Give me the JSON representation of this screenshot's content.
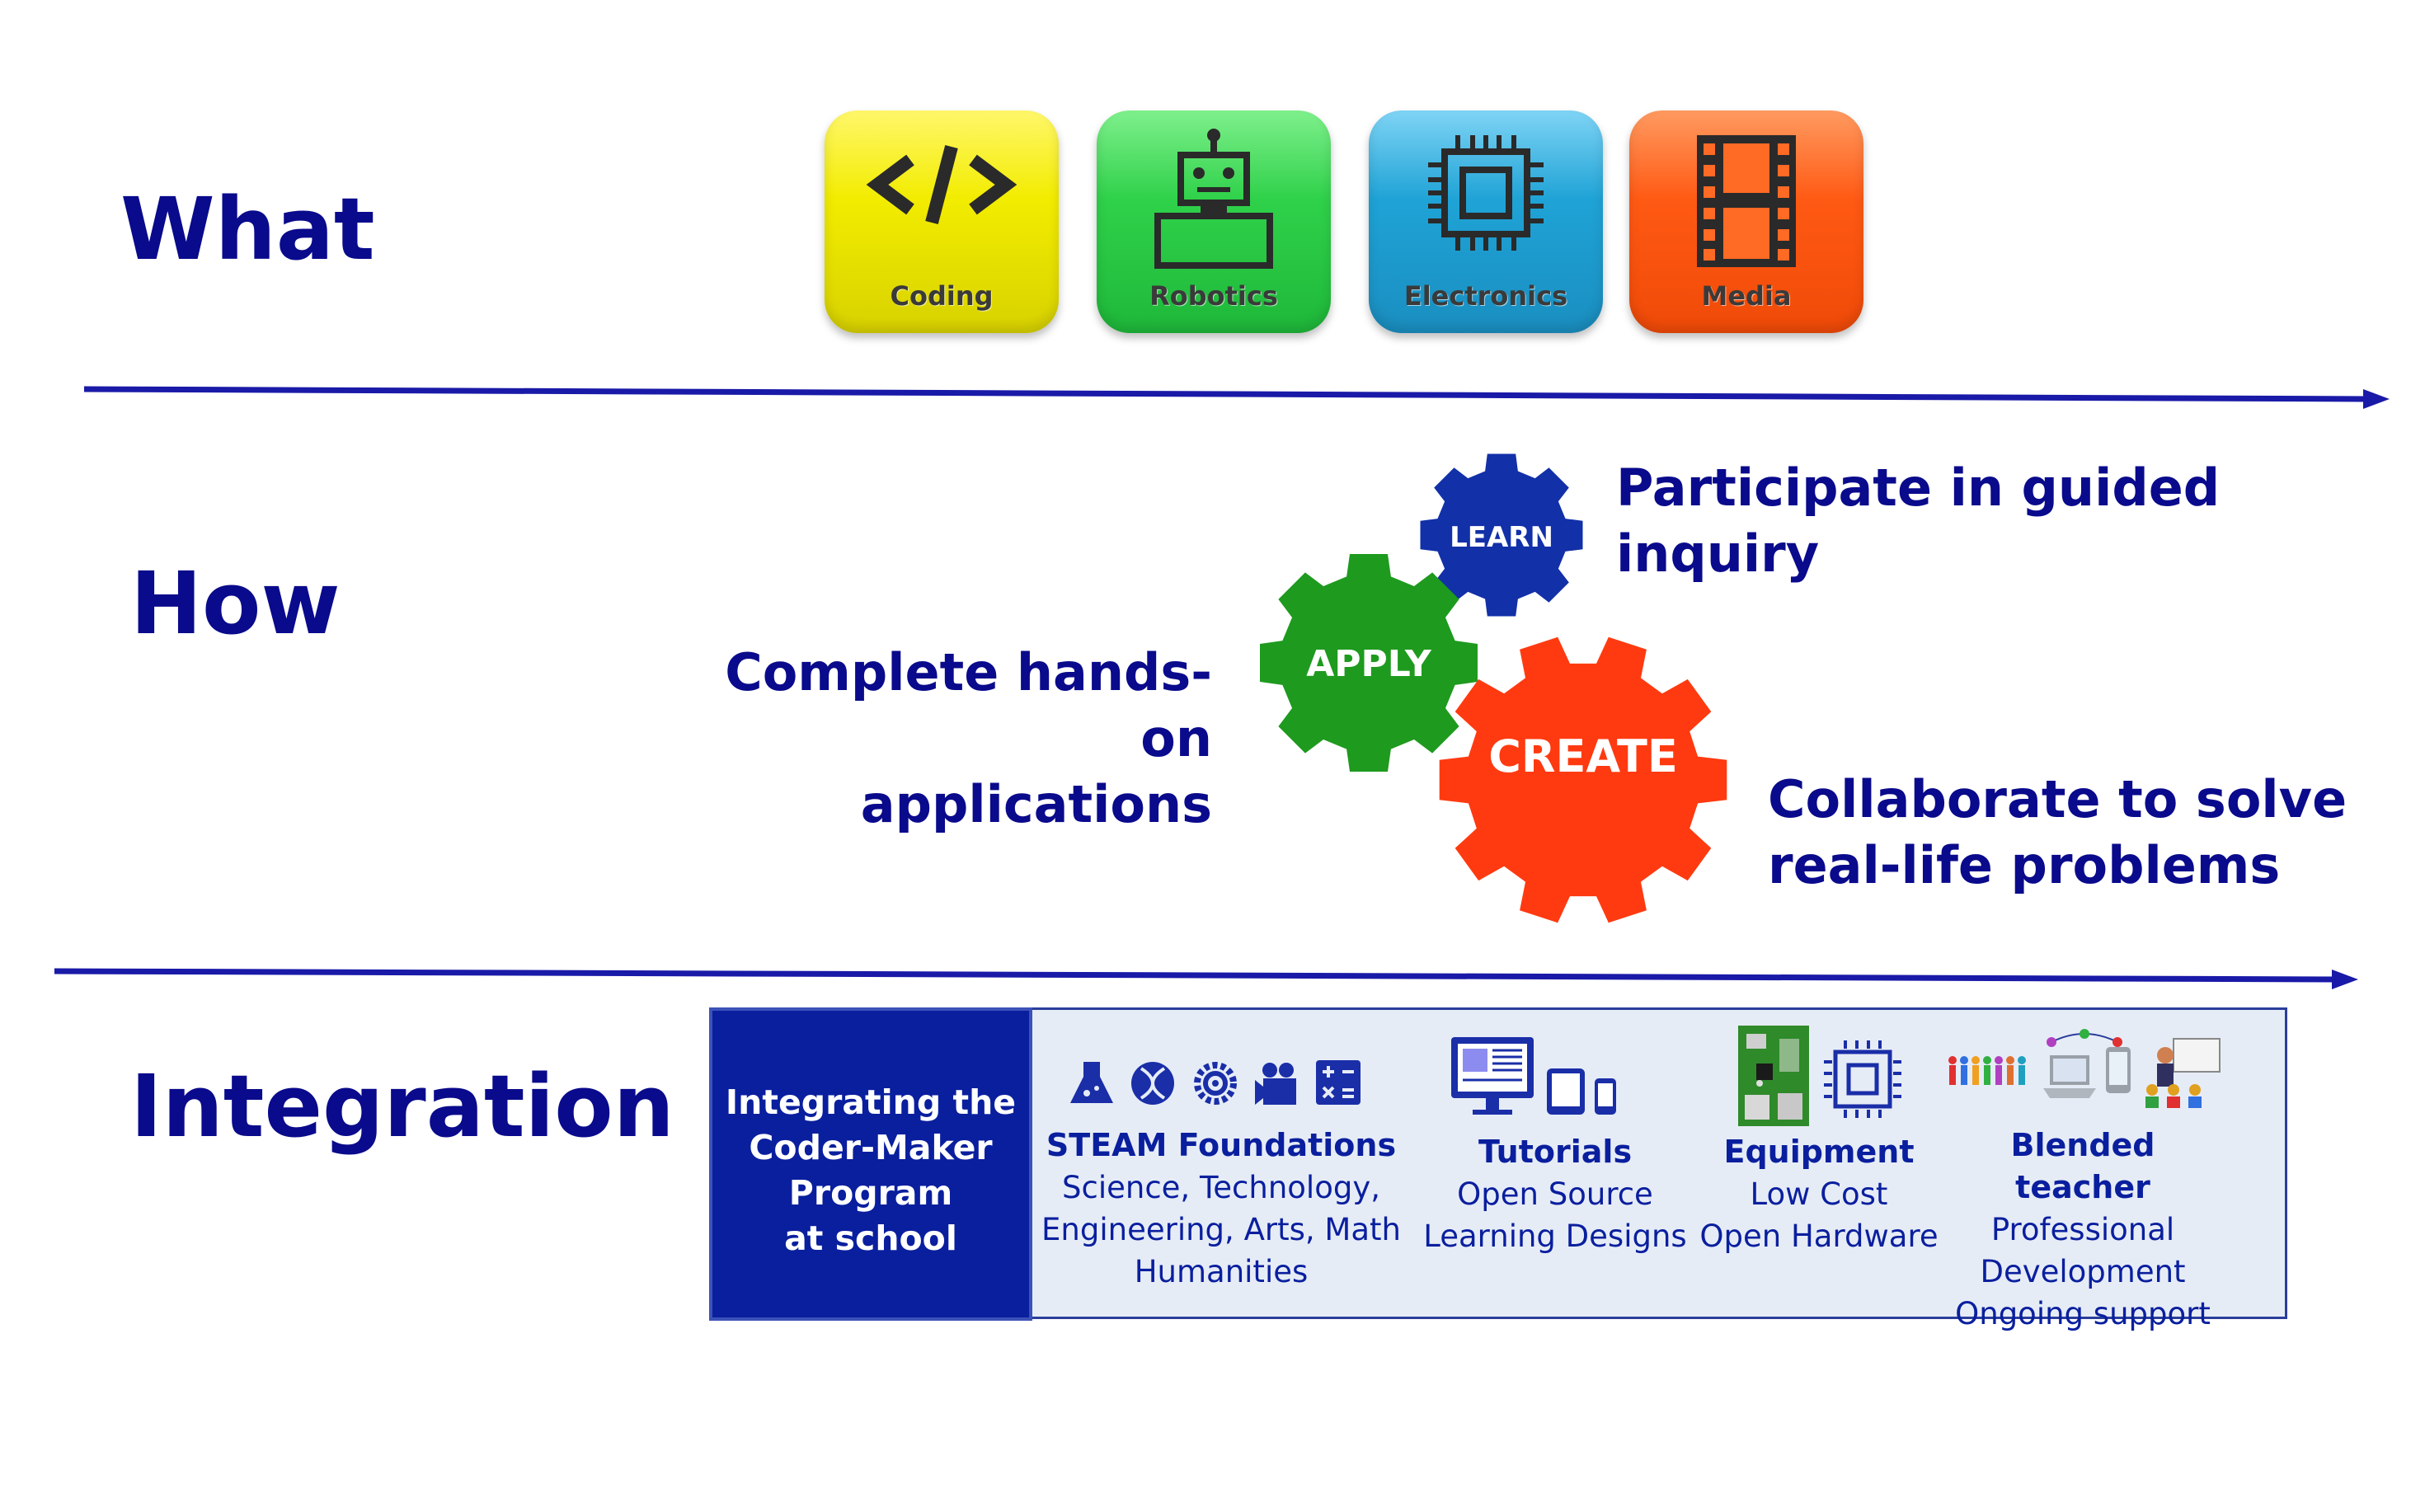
{
  "sections": {
    "what": "What",
    "how": "How",
    "integration": "Integration"
  },
  "what_tiles": [
    {
      "label": "Coding",
      "icon": "code-icon",
      "color": "#f2ec00"
    },
    {
      "label": "Robotics",
      "icon": "robot-icon",
      "color": "#2fd14a"
    },
    {
      "label": "Electronics",
      "icon": "chip-icon",
      "color": "#1fa3d6"
    },
    {
      "label": "Media",
      "icon": "film-icon",
      "color": "#ff5a14"
    }
  ],
  "how": {
    "gears": [
      {
        "label": "LEARN",
        "color": "#1230a8"
      },
      {
        "label": "APPLY",
        "color": "#1e9a1e"
      },
      {
        "label": "CREATE",
        "color": "#ff3a10"
      }
    ],
    "learn_text": [
      "Participate in guided",
      "inquiry"
    ],
    "apply_text": [
      "Complete hands-on",
      "applications"
    ],
    "create_text": [
      "Collaborate to solve",
      "real-life problems"
    ]
  },
  "integration": {
    "program_lines": [
      "Integrating the",
      "Coder-Maker",
      "Program",
      "at school"
    ],
    "columns": [
      {
        "head": "STEAM Foundations",
        "lines": [
          "Science, Technology,",
          "Engineering, Arts, Math",
          "Humanities"
        ],
        "icons": [
          "flask-icon",
          "dna-icon",
          "gear-icon",
          "camera-icon",
          "calculator-icon"
        ]
      },
      {
        "head": "Tutorials",
        "lines": [
          "Open Source",
          "Learning Designs"
        ],
        "icons": [
          "monitor-icon",
          "tablet-icon",
          "phone-icon"
        ]
      },
      {
        "head": "Equipment",
        "lines": [
          "Low Cost",
          "Open Hardware"
        ],
        "icons": [
          "circuit-board-icon",
          "chip-icon"
        ]
      },
      {
        "head": "Blended teacher",
        "lines": [
          "Professional",
          "Development",
          "Ongoing support"
        ],
        "icons": [
          "people-icon",
          "laptop-icon",
          "teacher-icon"
        ]
      }
    ]
  },
  "colors": {
    "heading": "#0a0a8c",
    "arrow": "#1a1aa8",
    "program_box": "#0a1f9e",
    "integration_panel": "#e6ecf6"
  }
}
